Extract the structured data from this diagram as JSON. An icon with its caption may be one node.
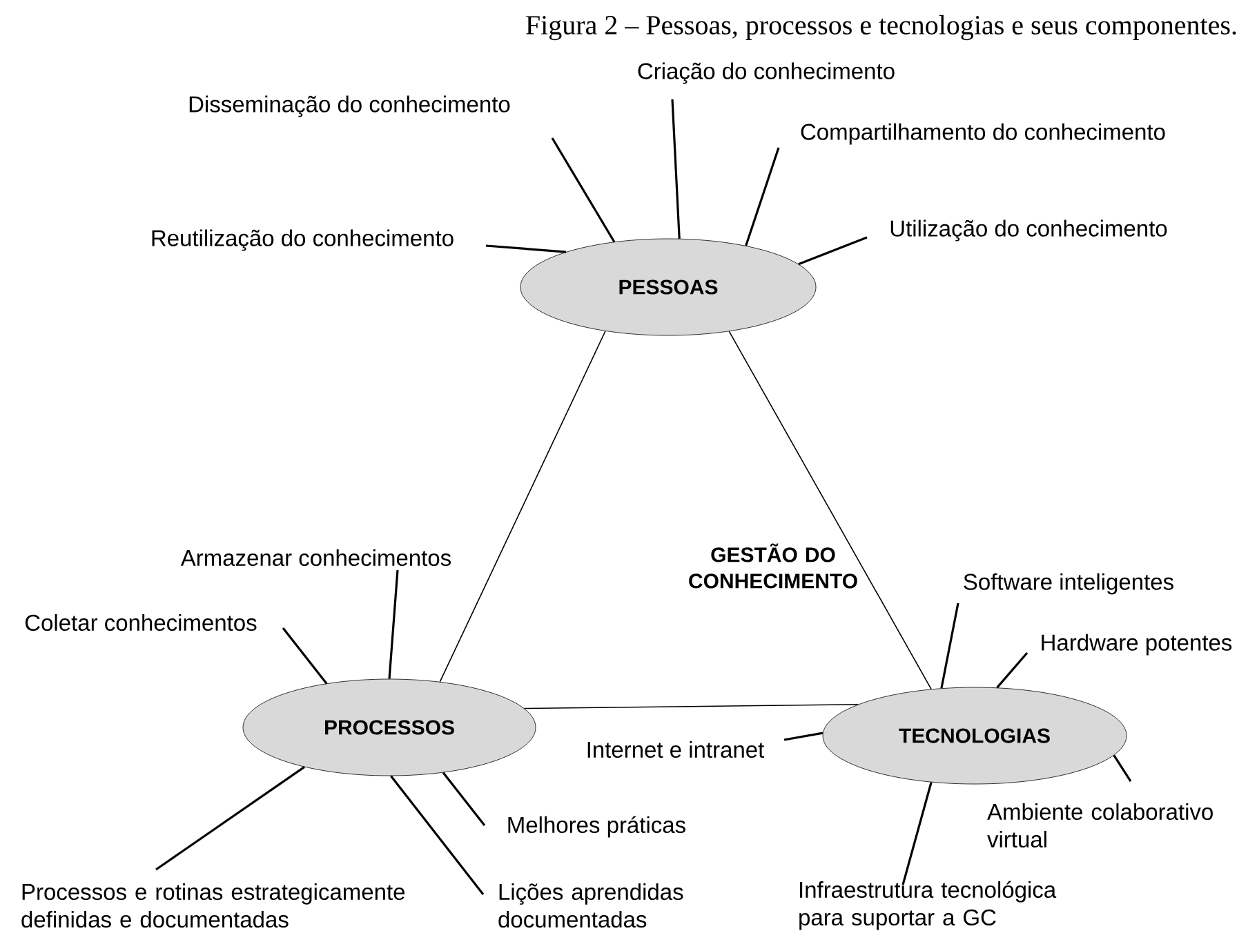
{
  "diagram": {
    "title": "Figura 2 – Pessoas, processos e tecnologias e seus componentes.",
    "nodes": [
      {
        "text": [
          "PESSOAS"
        ]
      },
      {
        "text": [
          "PROCESSOS"
        ]
      },
      {
        "text": [
          "TECNOLOGIAS"
        ]
      },
      {
        "text": [
          "Criação do conhecimento"
        ]
      },
      {
        "text": [
          "Disseminação do conhecimento"
        ]
      },
      {
        "text": [
          "Compartilhamento do conhecimento"
        ]
      },
      {
        "text": [
          "Reutilização do conhecimento"
        ]
      },
      {
        "text": [
          "Utilização do conhecimento"
        ]
      },
      {
        "text": [
          "Armazenar conhecimentos"
        ]
      },
      {
        "text": [
          "Coletar conhecimentos"
        ]
      },
      {
        "text": [
          "Processos e rotinas estrategicamente definidas e documentadas"
        ]
      },
      {
        "text": [
          "Melhores práticas"
        ]
      },
      {
        "text": [
          "Lições aprendidas documentadas"
        ]
      },
      {
        "text": [
          "Software inteligentes"
        ]
      },
      {
        "text": [
          "Hardware potentes"
        ]
      },
      {
        "text": [
          "Internet e intranet"
        ]
      },
      {
        "text": [
          "Ambiente colaborativo virtual"
        ]
      },
      {
        "text": [
          "Infraestrutura tecnológica para suportar a GC"
        ]
      }
    ],
    "edges": [
      {
        "from": 0,
        "to": 1,
        "arrow": "none"
      },
      {
        "from": 0,
        "to": 2,
        "arrow": "none"
      },
      {
        "from": 1,
        "to": 2,
        "arrow": "none"
      },
      {
        "from": 0,
        "to": 3,
        "arrow": "none"
      },
      {
        "from": 0,
        "to": 4,
        "arrow": "none"
      },
      {
        "from": 0,
        "to": 5,
        "arrow": "none"
      },
      {
        "from": 0,
        "to": 6,
        "arrow": "none"
      },
      {
        "from": 0,
        "to": 7,
        "arrow": "none"
      },
      {
        "from": 1,
        "to": 8,
        "arrow": "none"
      },
      {
        "from": 1,
        "to": 9,
        "arrow": "none"
      },
      {
        "from": 1,
        "to": 10,
        "arrow": "none"
      },
      {
        "from": 1,
        "to": 11,
        "arrow": "none"
      },
      {
        "from": 1,
        "to": 12,
        "arrow": "none"
      },
      {
        "from": 2,
        "to": 13,
        "arrow": "none"
      },
      {
        "from": 2,
        "to": 14,
        "arrow": "none"
      },
      {
        "from": 2,
        "to": 15,
        "arrow": "none"
      },
      {
        "from": 2,
        "to": 16,
        "arrow": "none"
      },
      {
        "from": 2,
        "to": 17,
        "arrow": "none"
      }
    ],
    "labels": [
      "GESTÃO DO CONHECIMENTO"
    ]
  }
}
